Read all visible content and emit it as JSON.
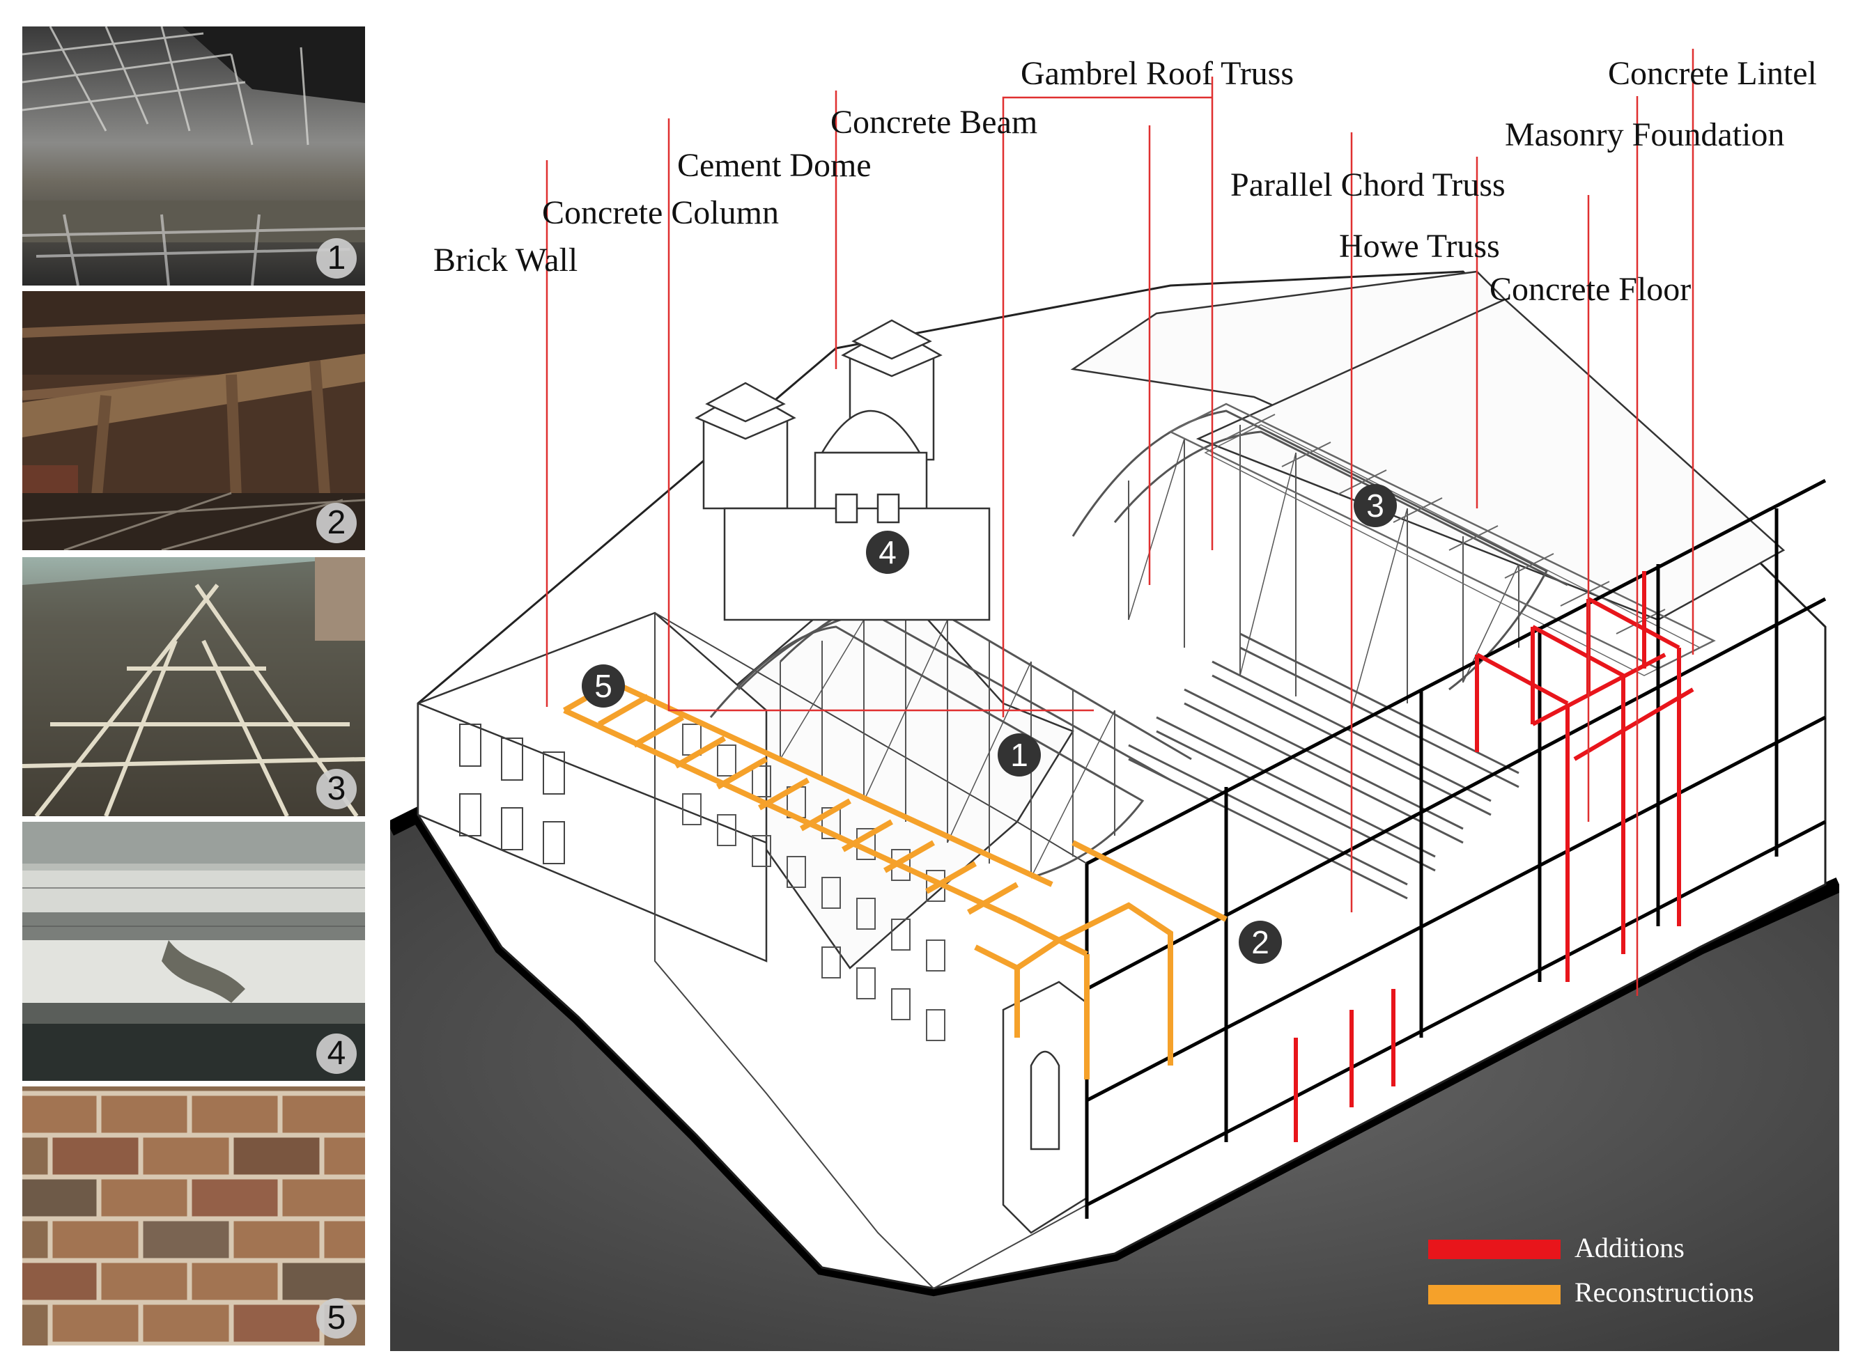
{
  "photos": [
    {
      "number": "1",
      "subject": "gambrel-roof-truss"
    },
    {
      "number": "2",
      "subject": "parallel-chord-truss"
    },
    {
      "number": "3",
      "subject": "howe-truss"
    },
    {
      "number": "4",
      "subject": "concrete-beam"
    },
    {
      "number": "5",
      "subject": "brick-wall"
    }
  ],
  "labels": {
    "gambrel_roof_truss": "Gambrel Roof Truss",
    "concrete_lintel": "Concrete Lintel",
    "concrete_beam": "Concrete Beam",
    "masonry_foundation": "Masonry Foundation",
    "cement_dome": "Cement Dome",
    "parallel_chord_truss": "Parallel Chord Truss",
    "concrete_column": "Concrete Column",
    "howe_truss": "Howe Truss",
    "brick_wall": "Brick Wall",
    "concrete_floor": "Concrete Floor"
  },
  "markers": [
    "1",
    "2",
    "3",
    "4",
    "5"
  ],
  "legend": {
    "additions": {
      "label": "Additions",
      "color": "#e8151b"
    },
    "reconstructions": {
      "label": "Reconstructions",
      "color": "#f5a12a"
    }
  },
  "colors": {
    "leader": "#e03030",
    "ground": "#4a4a4a"
  }
}
